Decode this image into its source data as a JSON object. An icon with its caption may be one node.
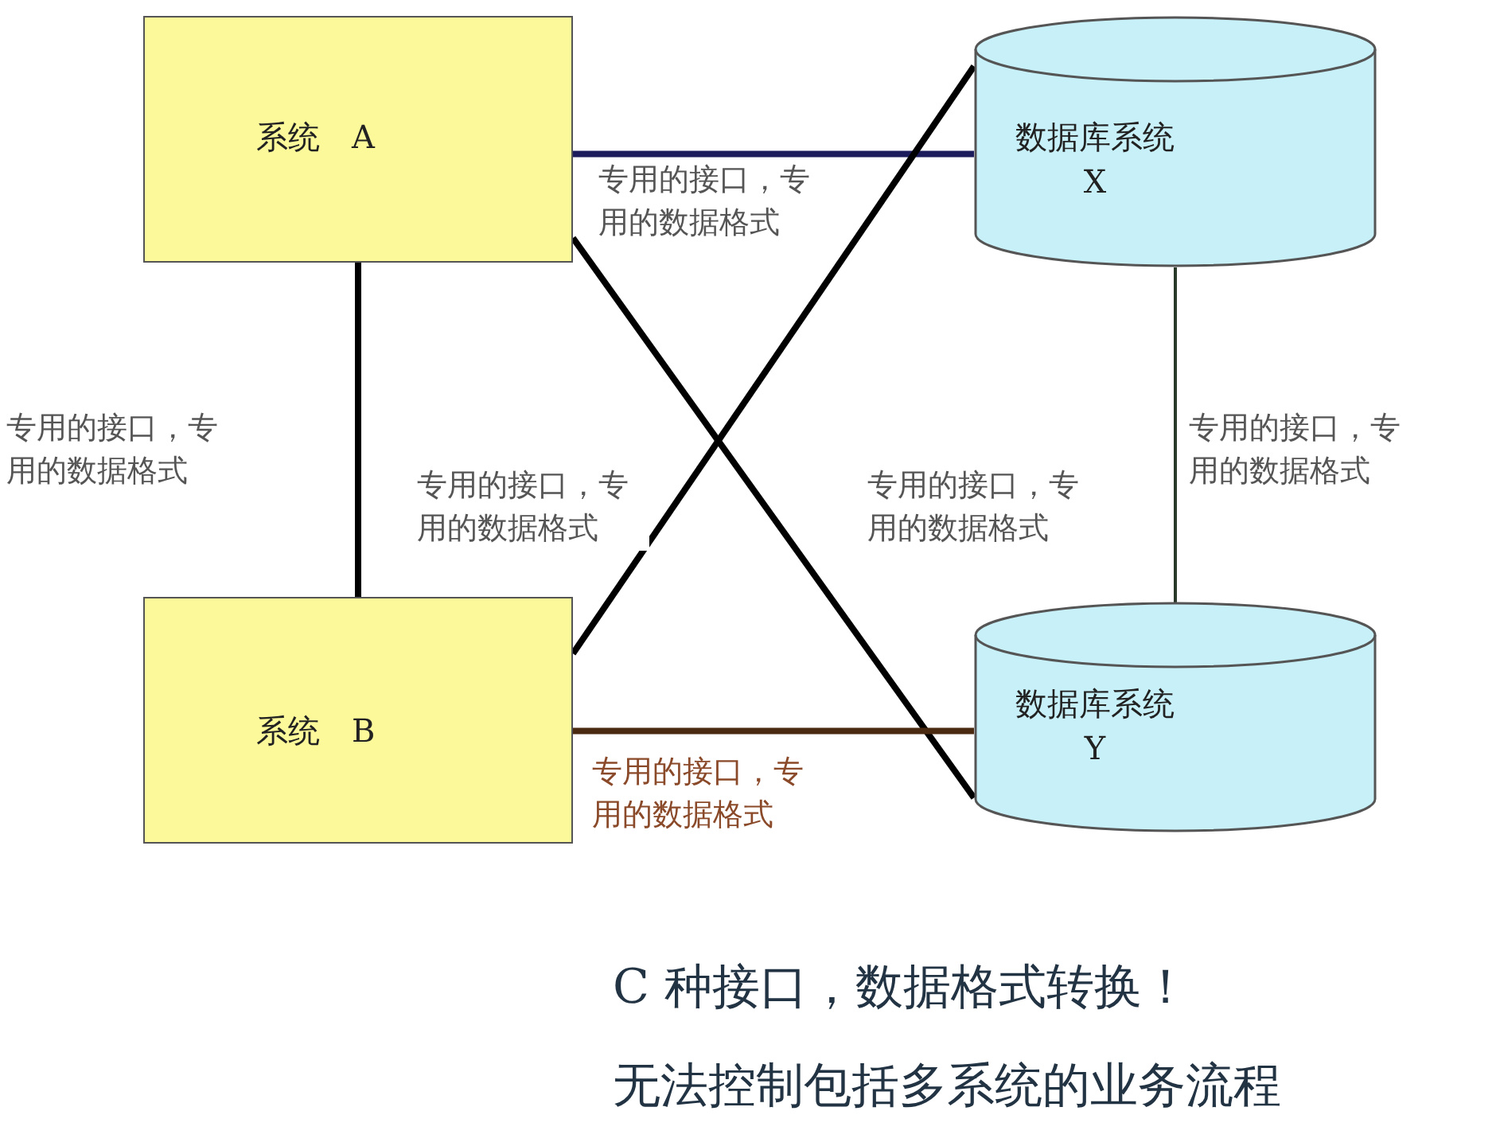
{
  "diagram": {
    "nodes": [
      {
        "text": [
          "系统　A"
        ]
      },
      {
        "text": [
          "数据库系统 X"
        ]
      },
      {
        "text": [
          "系统　B"
        ]
      },
      {
        "text": [
          "数据库系统 Y"
        ]
      }
    ],
    "edges": [
      {
        "from": 0,
        "to": 1,
        "arrow": "none",
        "label": "专用的接口，专用的数据格式",
        "color": "#1c1c5c"
      },
      {
        "from": 0,
        "to": 2,
        "arrow": "none",
        "label": "专用的接口，专用的数据格式"
      },
      {
        "from": 1,
        "to": 3,
        "arrow": "none",
        "label": "专用的接口，专用的数据格式",
        "color": "#2a3a2a"
      },
      {
        "from": 2,
        "to": 1,
        "arrow": "none",
        "label": "专用的接口，专用的数据格式"
      },
      {
        "from": 0,
        "to": 3,
        "arrow": "none",
        "label": "专用的接口，专用的数据格式"
      },
      {
        "from": 2,
        "to": 3,
        "arrow": "none",
        "label": "专用的接口，专用的数据格式",
        "color": "#4a2a10"
      }
    ],
    "labels": [
      "C 种接口，数据格式转换！",
      "无法控制包括多系统的业务流程"
    ]
  }
}
